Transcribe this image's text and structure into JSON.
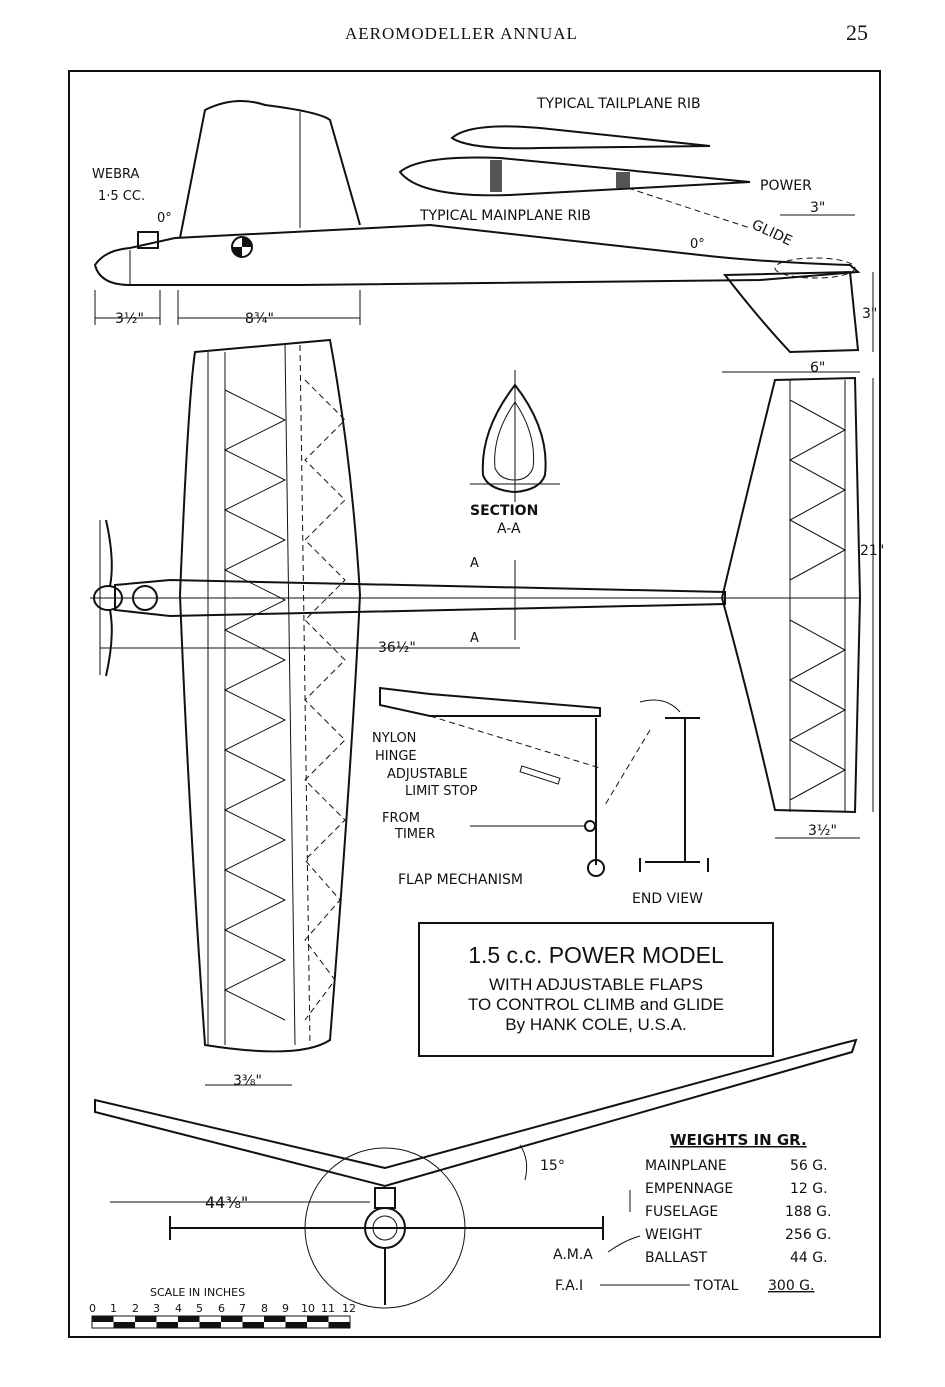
{
  "page_header": {
    "title": "AEROMODELLER ANNUAL",
    "page_number": "25"
  },
  "labels": {
    "engine": "WEBRA",
    "engine_size": "1·5 CC.",
    "incidence_front": "0°",
    "incidence_rear": "0°",
    "tailplane_rib": "TYPICAL TAILPLANE RIB",
    "mainplane_rib": "TYPICAL MAINPLANE RIB",
    "power": "POWER",
    "glide": "GLIDE",
    "section_a": "SECTION",
    "section_aa": "A-A",
    "section_marker_1": "A",
    "section_marker_2": "A",
    "nylon_hinge_1": "NYLON",
    "nylon_hinge_2": "HINGE",
    "limit_stop_1": "ADJUSTABLE",
    "limit_stop_2": "LIMIT STOP",
    "from_timer_1": "FROM",
    "from_timer_2": "TIMER",
    "flap_mechanism": "FLAP MECHANISM",
    "end_view": "END VIEW",
    "dihedral": "15°",
    "ama": "A.M.A",
    "fai": "F.A.I",
    "scale_label": "SCALE IN INCHES"
  },
  "dimensions": {
    "nose": "3½\"",
    "fin_base": "8¾\"",
    "fin_tip": "3\"",
    "fin_height": "3\"",
    "tail_root": "6\"",
    "tail_span": "21\"",
    "tail_tip": "3½\"",
    "wing_semispan": "36½\"",
    "wing_tip": "3⅜\"",
    "front_span": "44⅜\""
  },
  "title_box": {
    "main": "1.5 c.c. POWER MODEL",
    "line1": "WITH ADJUSTABLE FLAPS",
    "line2": "TO CONTROL CLIMB and GLIDE",
    "line3": "By HANK COLE, U.S.A."
  },
  "weights": {
    "heading": "WEIGHTS IN GR.",
    "rows": [
      {
        "item": "MAINPLANE",
        "value": "56 G."
      },
      {
        "item": "EMPENNAGE",
        "value": "12 G."
      },
      {
        "item": "FUSELAGE",
        "value": "188 G."
      },
      {
        "item": "WEIGHT",
        "value": "256 G."
      },
      {
        "item": "BALLAST",
        "value": "44 G."
      }
    ],
    "total_label": "TOTAL",
    "total_value": "300 G."
  },
  "scale": {
    "ticks": [
      "0",
      "1",
      "2",
      "3",
      "4",
      "5",
      "6",
      "7",
      "8",
      "9",
      "10",
      "11",
      "12"
    ]
  }
}
